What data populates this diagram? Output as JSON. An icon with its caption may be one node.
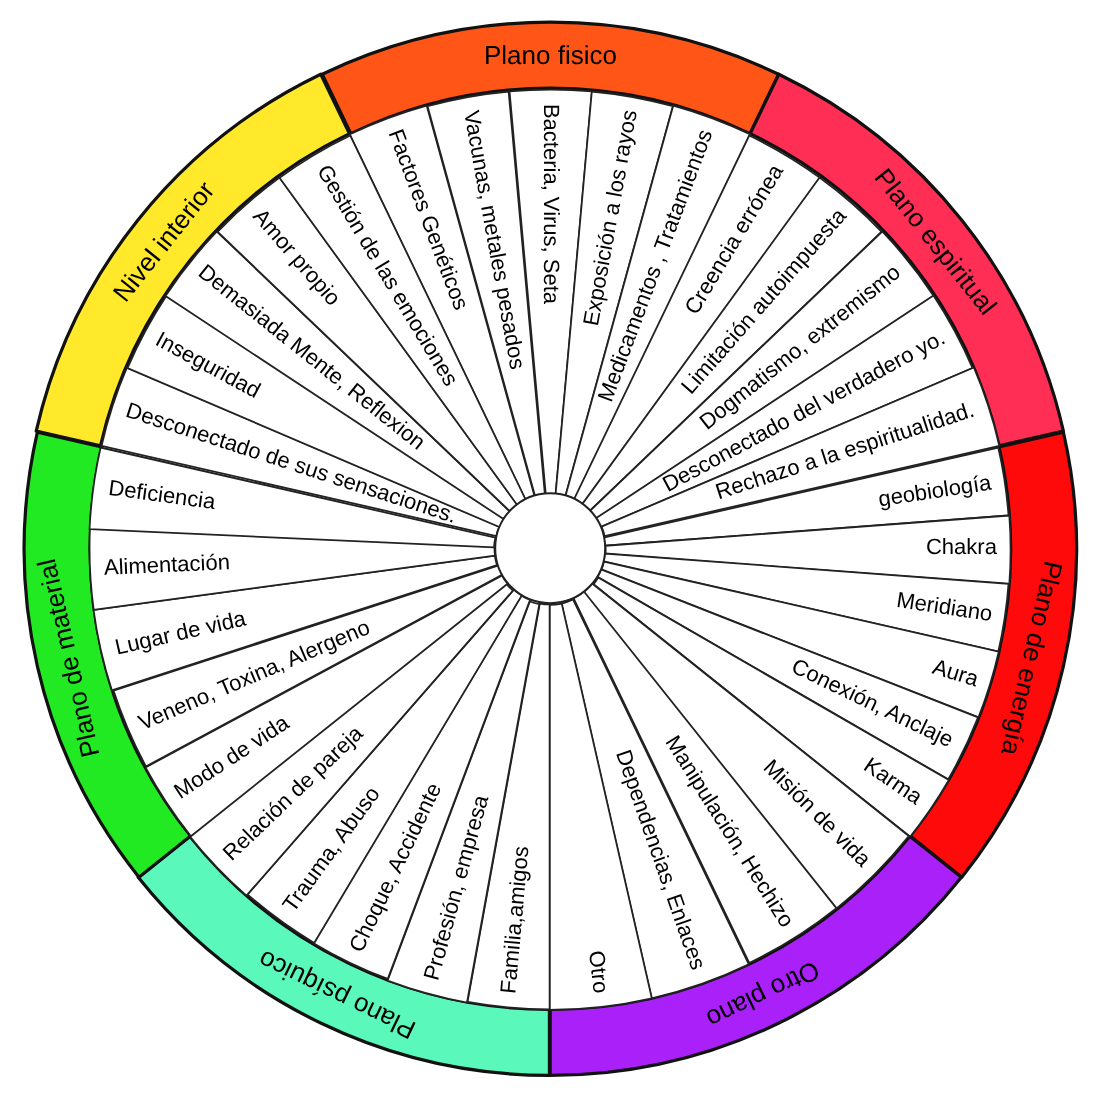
{
  "diagram": {
    "nodes": [
      {
        "text": [
          "Plano fisico"
        ]
      },
      {
        "text": [
          "Plano espiritual"
        ]
      },
      {
        "text": [
          "Plano de energía"
        ]
      },
      {
        "text": [
          "Otro plano"
        ]
      },
      {
        "text": [
          "Plano psíquico"
        ]
      },
      {
        "text": [
          "Plano de material"
        ]
      },
      {
        "text": [
          "Nivel interior"
        ]
      },
      {
        "text": [
          "Factores Genéticos"
        ]
      },
      {
        "text": [
          "Vacunas, metales pesados"
        ]
      },
      {
        "text": [
          "Bacteria, Virus, Seta"
        ]
      },
      {
        "text": [
          "Exposición a los rayos"
        ]
      },
      {
        "text": [
          "Medicamentos , Tratamientos"
        ]
      },
      {
        "text": [
          "Creencia errónea"
        ]
      },
      {
        "text": [
          "Limitación autoimpuesta"
        ]
      },
      {
        "text": [
          "Dogmatismo, extremismo"
        ]
      },
      {
        "text": [
          "Desconectado del verdadero yo."
        ]
      },
      {
        "text": [
          "Rechazo a la espiritualidad."
        ]
      },
      {
        "text": [
          "geobiología"
        ]
      },
      {
        "text": [
          "Chakra"
        ]
      },
      {
        "text": [
          "Meridiano"
        ]
      },
      {
        "text": [
          "Aura"
        ]
      },
      {
        "text": [
          "Conexión, Anclaje"
        ]
      },
      {
        "text": [
          "Karma"
        ]
      },
      {
        "text": [
          "Misión de vida"
        ]
      },
      {
        "text": [
          "Manipulación, Hechizo"
        ]
      },
      {
        "text": [
          "Dependencias, Enlaces"
        ]
      },
      {
        "text": [
          "Otro"
        ]
      },
      {
        "text": [
          "Familia,amigos"
        ]
      },
      {
        "text": [
          "Profesión, empresa"
        ]
      },
      {
        "text": [
          "Choque, Accidente"
        ]
      },
      {
        "text": [
          "Trauma, Abuso"
        ]
      },
      {
        "text": [
          "Relación de pareja"
        ]
      },
      {
        "text": [
          "Modo de vida"
        ]
      },
      {
        "text": [
          "Veneno, Toxina, Alergeno"
        ]
      },
      {
        "text": [
          "Lugar de vida"
        ]
      },
      {
        "text": [
          "Alimentación"
        ]
      },
      {
        "text": [
          "Deficiencia"
        ]
      },
      {
        "text": [
          "Desconectado de sus sensaciones."
        ]
      },
      {
        "text": [
          "Inseguridad"
        ]
      },
      {
        "text": [
          "Demasiada Mente, Reflexion"
        ]
      },
      {
        "text": [
          "Amor propio"
        ]
      },
      {
        "text": [
          "Gestión de las emociones"
        ]
      }
    ]
  }
}
